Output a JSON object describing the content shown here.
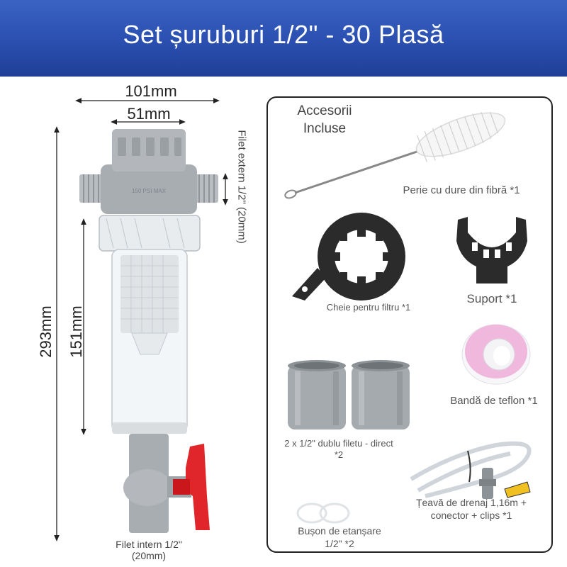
{
  "header": {
    "title": "Set șuruburi 1/2\" - 30 Plasă"
  },
  "dimensions": {
    "total_width": "101mm",
    "inner_width": "51mm",
    "total_height": "293mm",
    "body_height": "151mm",
    "top_thread": "Filet extern 1/2\" (20mm)",
    "bottom_thread_line1": "Filet intern 1/2\"",
    "bottom_thread_line2": "(20mm)"
  },
  "filter_embossing": "150 PSI MAX",
  "accessories": {
    "heading_line1": "Accesorii",
    "heading_line2": "Incluse",
    "items": [
      {
        "label": "Perie cu dure din fibră *1"
      },
      {
        "label": "Cheie pentru filtru *1"
      },
      {
        "label": "Suport *1"
      },
      {
        "label": "Bandă de teflon *1"
      },
      {
        "label_line1": "2 x 1/2\" dublu filetu - direct",
        "label_line2": "*2"
      },
      {
        "label_line1": "Țeavă de drenaj 1,16m +",
        "label_line2": "conector + clips *1"
      },
      {
        "label_line1": "Bușon de etanșare",
        "label_line2": "1/2\" *2"
      }
    ]
  },
  "colors": {
    "banner": "#2a4fb0",
    "filter_gray": "#a8adb2",
    "valve_red": "#e0262a",
    "key_black": "#2b2b2b",
    "teflon_pink": "#f0b8dc"
  }
}
